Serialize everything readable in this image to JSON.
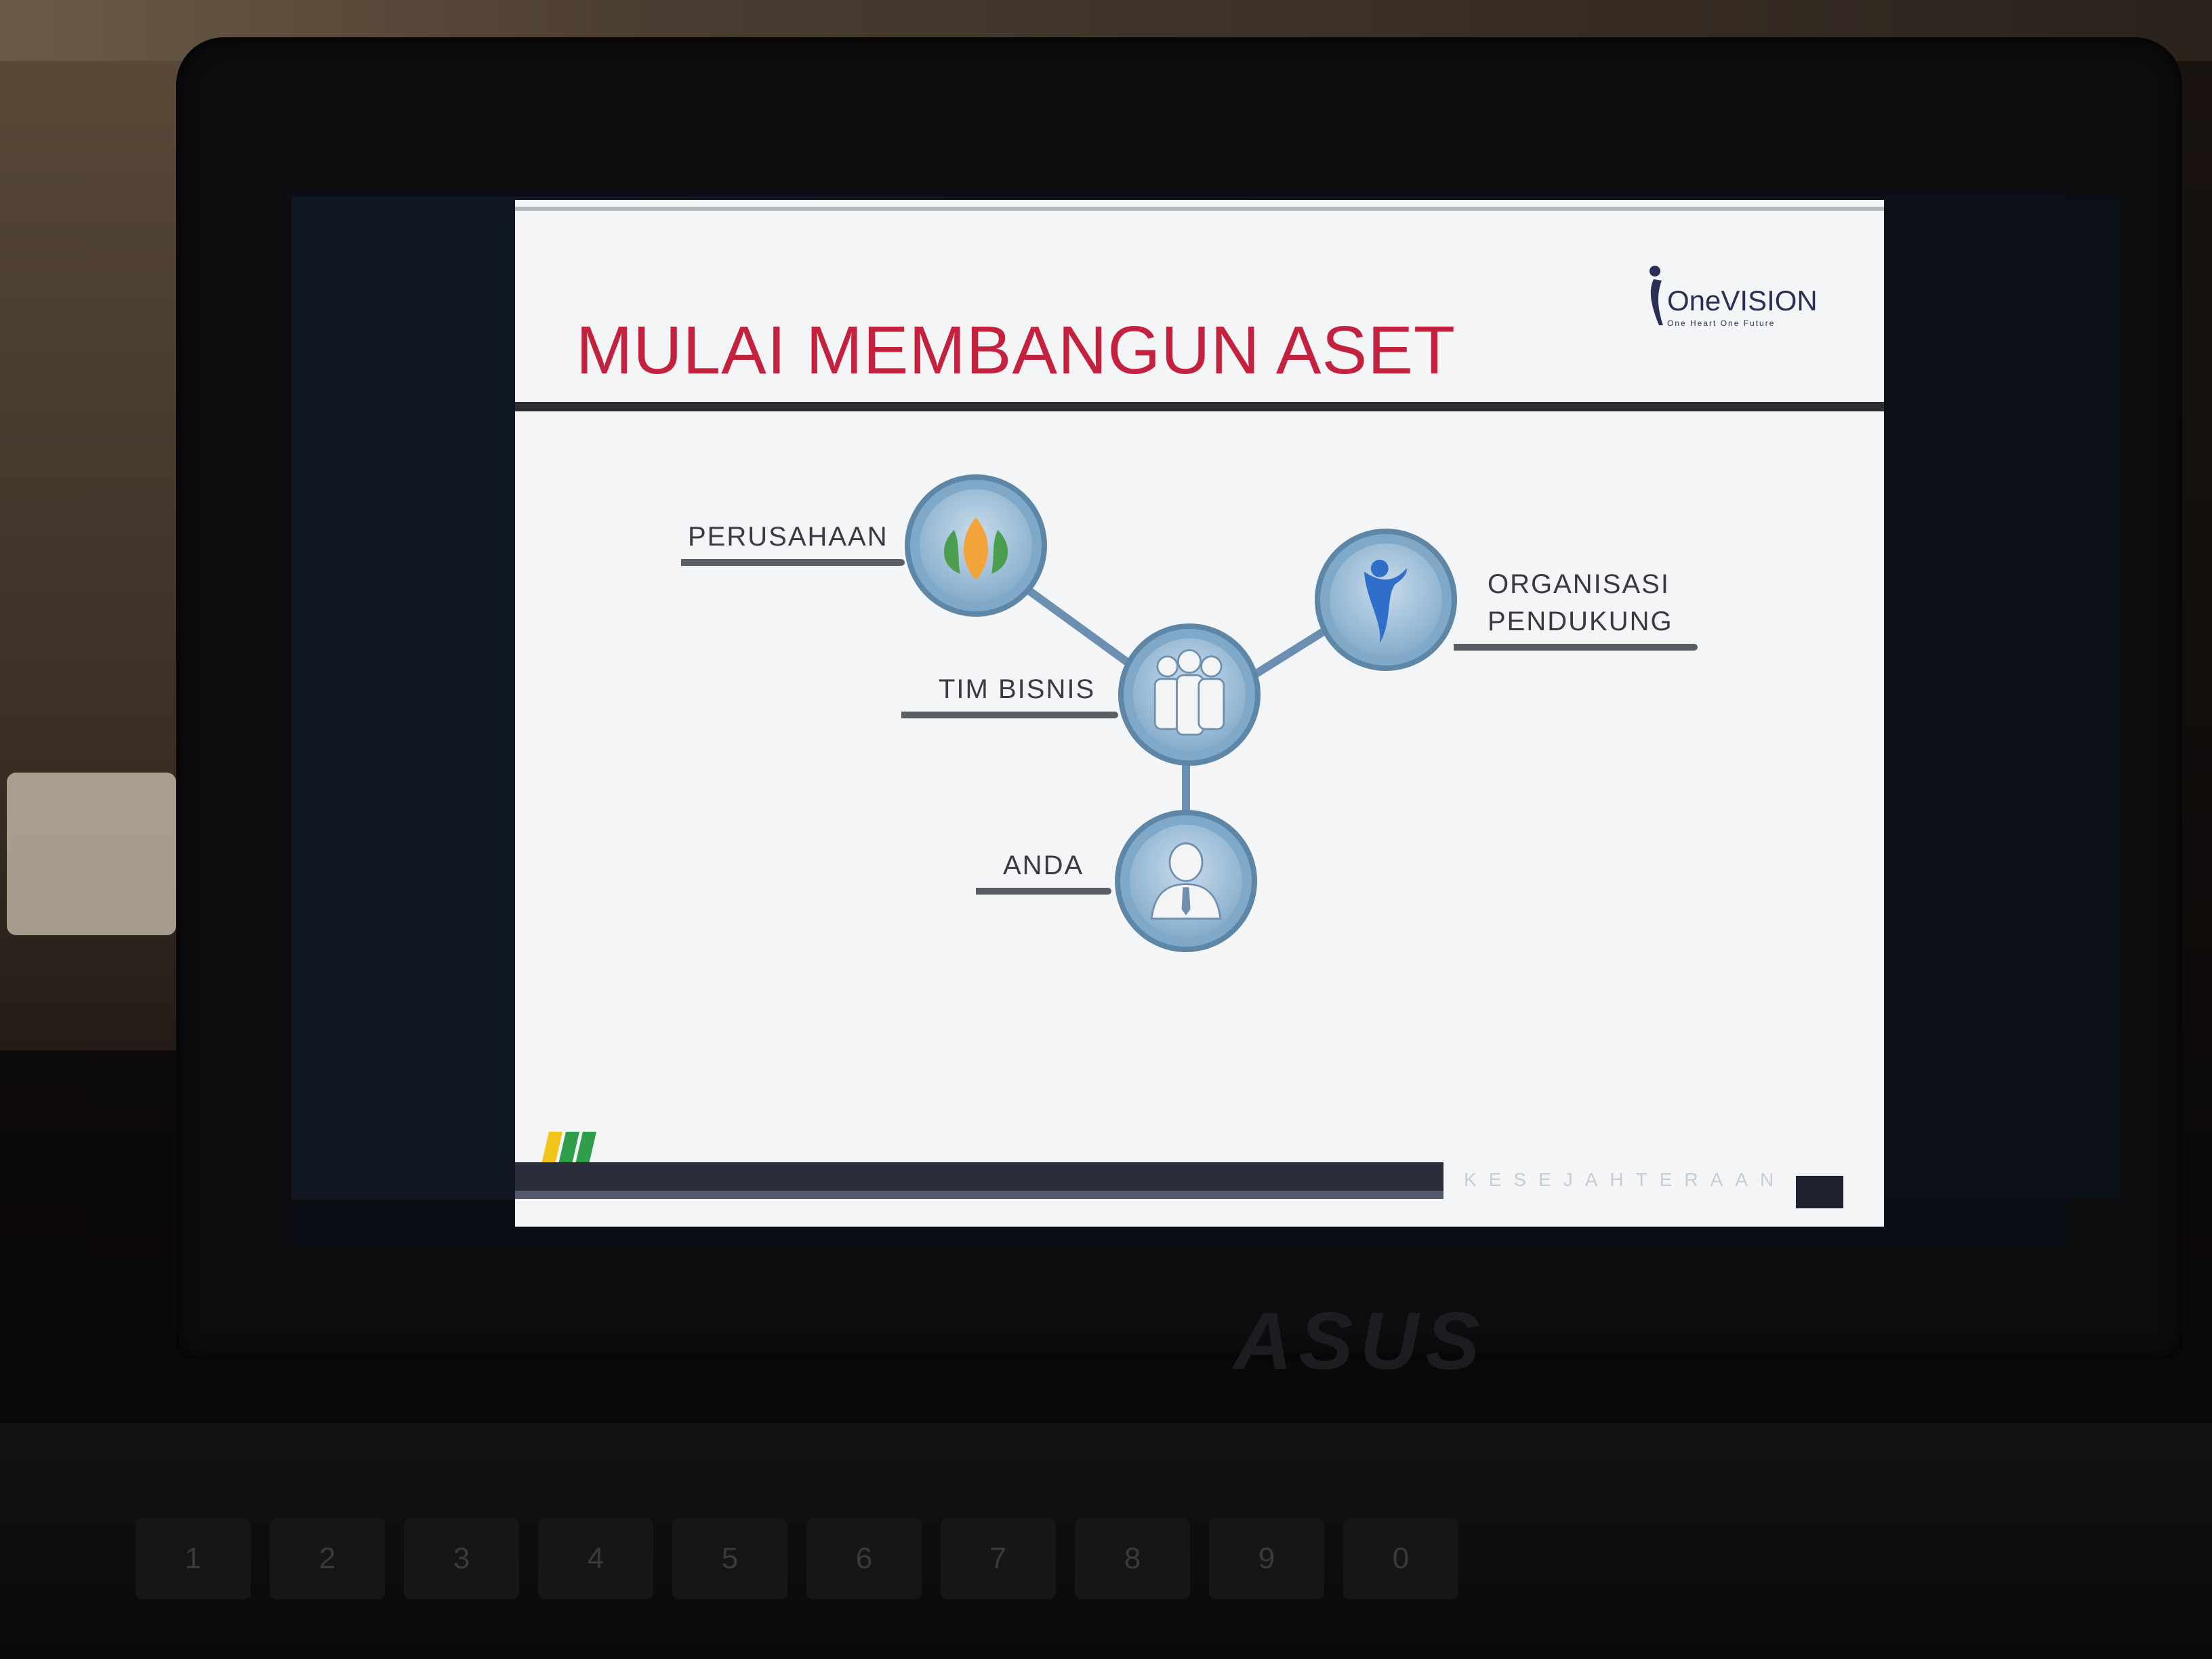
{
  "slide": {
    "title": "MULAI MEMBANGUN ASET",
    "logo": {
      "name": "OneVISION",
      "tagline": "One Heart One Future"
    },
    "nodes": {
      "company": "PERUSAHAAN",
      "team": "TIM BISNIS",
      "support_org_line1": "ORGANISASI",
      "support_org_line2": "PENDUKUNG",
      "you": "ANDA"
    },
    "footer_word": "KESEJAHTERAAN"
  },
  "device": {
    "brand": "ASUS"
  },
  "keyboard": {
    "number_keys": [
      "1",
      "2",
      "3",
      "4",
      "5",
      "6",
      "7",
      "8",
      "9",
      "0"
    ]
  },
  "colors": {
    "title": "#c4213f",
    "node": "#7fa8c9",
    "rule": "#2b2d30"
  }
}
